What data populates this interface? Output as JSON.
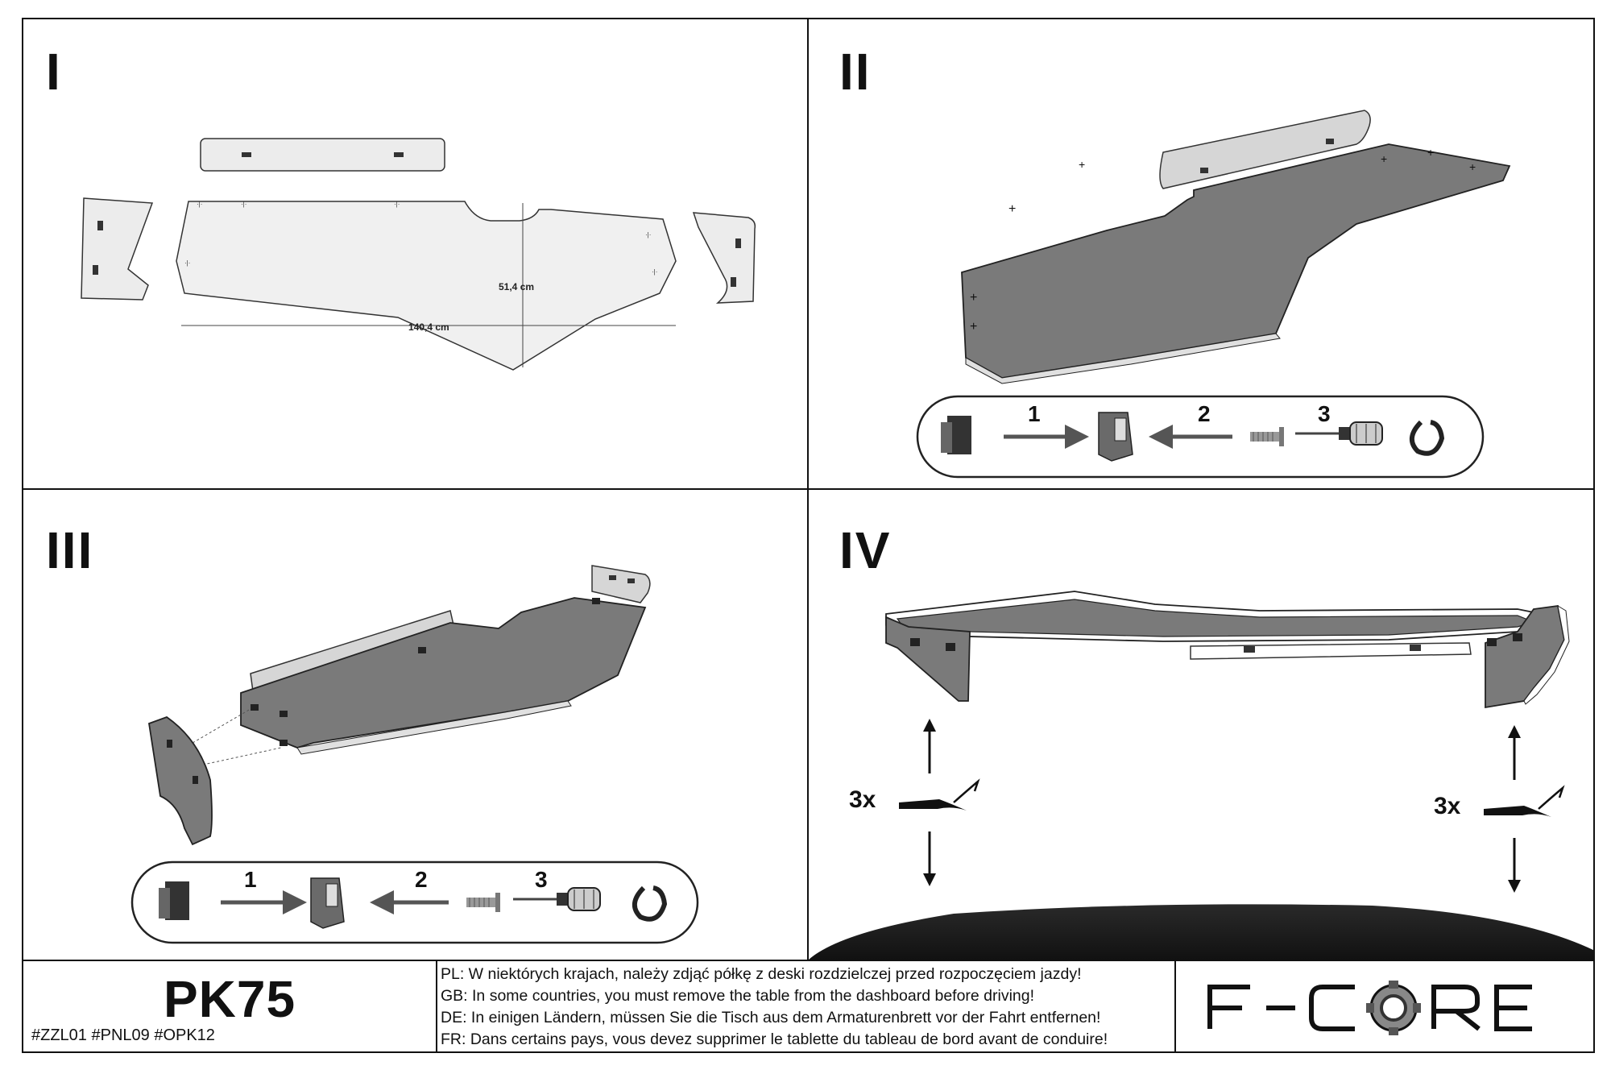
{
  "panels": {
    "p1": {
      "numeral": "I",
      "width_label": "140,4 cm",
      "height_label": "51,4 cm"
    },
    "p2": {
      "numeral": "II",
      "steps": [
        "1",
        "2",
        "3"
      ]
    },
    "p3": {
      "numeral": "III",
      "steps": [
        "1",
        "2",
        "3"
      ]
    },
    "p4": {
      "numeral": "IV",
      "left_multiplier": "3x",
      "right_multiplier": "3x"
    }
  },
  "footer": {
    "model": "PK75",
    "codes": "#ZZL01  #PNL09  #OPK12",
    "notices": [
      "PL: W niektórych krajach, należy zdjąć półkę z deski rozdzielczej przed rozpoczęciem jazdy!",
      "GB: In some countries, you must remove the table from the dashboard before driving!",
      "DE: In einigen Ländern, müssen Sie die Tisch aus dem Armaturenbrett vor der Fahrt entfernen!",
      "FR: Dans certains pays, vous devez supprimer le tablette du tableau de bord avant de conduire!"
    ],
    "brand": "F-CORE"
  },
  "colors": {
    "line": "#111111",
    "surface": "#7a7a7a",
    "light": "#e6e6e6"
  }
}
